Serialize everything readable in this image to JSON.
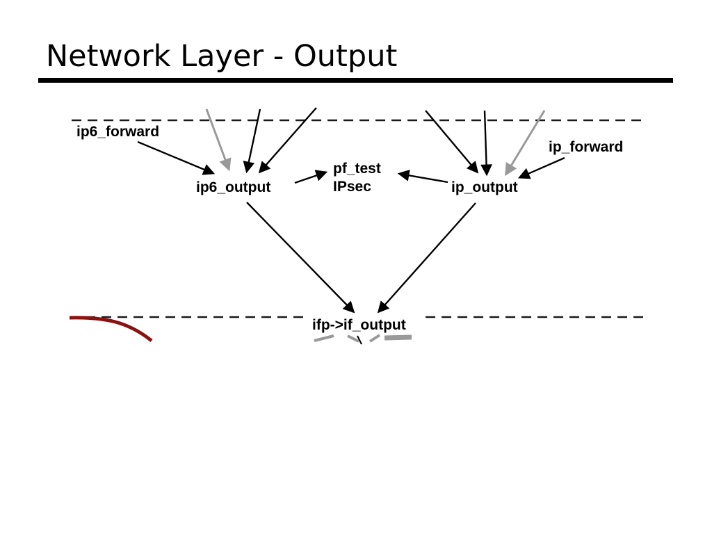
{
  "slide": {
    "title": "Network Layer - Output"
  },
  "colors": {
    "text": "#000000",
    "arrow_black": "#000000",
    "arrow_gray": "#999999",
    "annotation_red": "#8b1010",
    "dashed_line": "#1a1a1a"
  },
  "diagram": {
    "nodes": {
      "ip6_forward": "ip6_forward",
      "ip_forward": "ip_forward",
      "ip6_output": "ip6_output",
      "pf_test": "pf_test",
      "ipsec": "IPsec",
      "ip_output": "ip_output",
      "if_output": "ifp->if_output"
    },
    "boundaries": {
      "top_dashed_line": "upper layer boundary",
      "bottom_dashed_line": "interface layer boundary"
    },
    "edges": [
      {
        "from": "ip6_forward",
        "to": "ip6_output",
        "color": "black"
      },
      {
        "from": "upper-layer",
        "to": "ip6_output",
        "color": "gray"
      },
      {
        "from": "upper-layer",
        "to": "ip6_output",
        "color": "black"
      },
      {
        "from": "upper-layer",
        "to": "ip6_output",
        "color": "black"
      },
      {
        "from": "ip6_output",
        "to": "pf_test",
        "color": "black"
      },
      {
        "from": "ip_output",
        "to": "pf_test",
        "color": "black"
      },
      {
        "from": "upper-layer",
        "to": "ip_output",
        "color": "black"
      },
      {
        "from": "upper-layer",
        "to": "ip_output",
        "color": "black"
      },
      {
        "from": "upper-layer",
        "to": "ip_output",
        "color": "gray"
      },
      {
        "from": "ip_forward",
        "to": "ip_output",
        "color": "black"
      },
      {
        "from": "ip6_output",
        "to": "ifp->if_output",
        "color": "black"
      },
      {
        "from": "ip_output",
        "to": "ifp->if_output",
        "color": "black"
      }
    ]
  }
}
